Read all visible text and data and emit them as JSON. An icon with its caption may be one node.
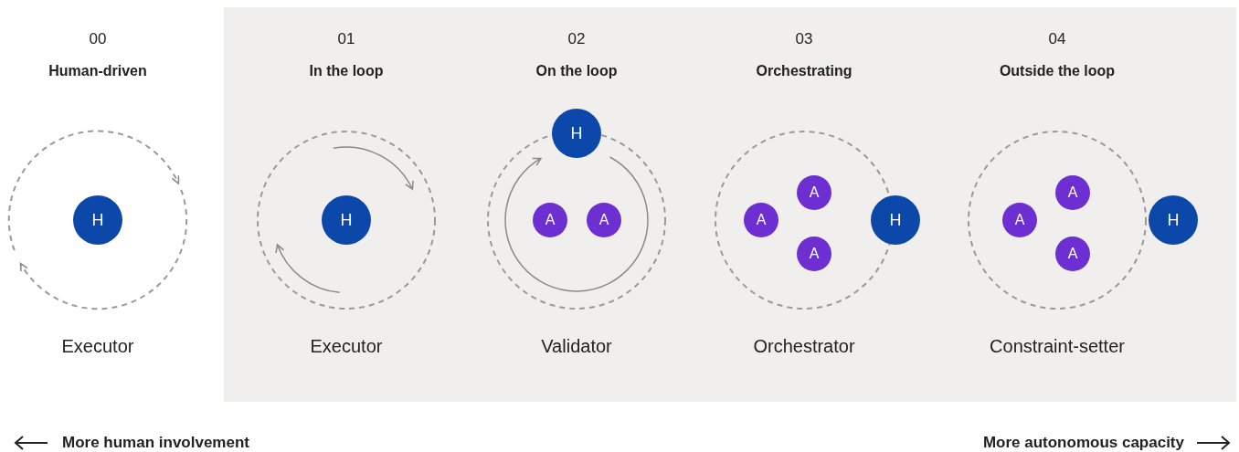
{
  "diagram": {
    "nodes": [
      {
        "text": [],
        "shape": "box"
      },
      {
        "text": [
          "Executor"
        ],
        "beside": [
          "00",
          "Human-driven"
        ]
      },
      {
        "text": [
          "H"
        ],
        "in": 1
      },
      {
        "text": [
          "Executor"
        ],
        "beside": [
          "01",
          "In the loop"
        ],
        "in": 0
      },
      {
        "text": [
          "H"
        ],
        "in": 3
      },
      {
        "text": [
          "Validator"
        ],
        "beside": [
          "02",
          "On the loop"
        ],
        "in": 0
      },
      {
        "text": [
          "H"
        ],
        "in": 0
      },
      {
        "text": [
          "A"
        ],
        "in": 5
      },
      {
        "text": [
          "A"
        ],
        "in": 5
      },
      {
        "text": [
          "Orchestrator"
        ],
        "beside": [
          "03",
          "Orchestrating"
        ],
        "in": 0
      },
      {
        "text": [
          "A"
        ],
        "in": 9
      },
      {
        "text": [
          "A"
        ],
        "in": 9
      },
      {
        "text": [
          "H"
        ],
        "in": 0
      },
      {
        "text": [
          "A"
        ],
        "in": 9
      },
      {
        "text": [
          "Constraint-setter"
        ],
        "beside": [
          "04",
          "Outside the loop"
        ],
        "in": 0
      },
      {
        "text": [
          "A"
        ],
        "in": 14
      },
      {
        "text": [
          "A"
        ],
        "in": 14
      },
      {
        "text": [
          "H"
        ],
        "in": 0
      },
      {
        "text": [
          "A"
        ],
        "in": 14
      }
    ],
    "labels": [
      "More human involvement",
      "More autonomous capacity"
    ]
  }
}
